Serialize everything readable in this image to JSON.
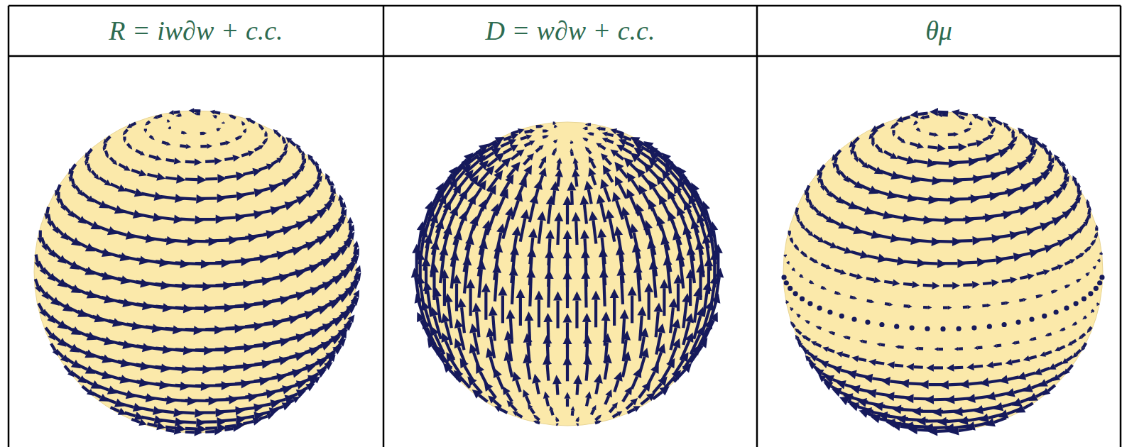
{
  "diagram": {
    "labels": [
      "R = iw∂w + c.c.",
      "D = w∂w + c.c.",
      "θμ"
    ]
  }
}
